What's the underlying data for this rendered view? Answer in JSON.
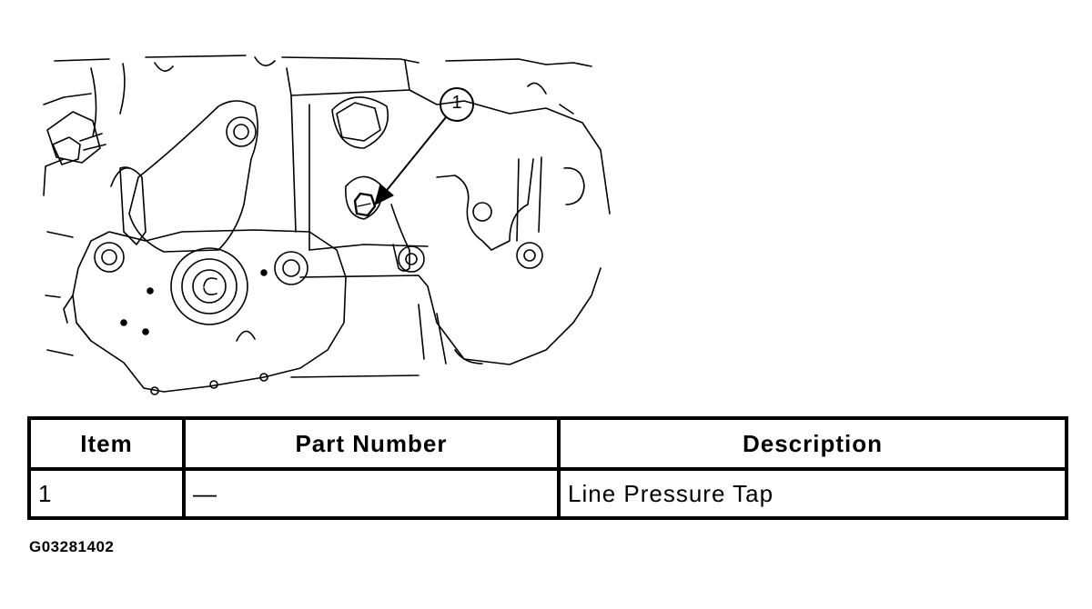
{
  "diagram": {
    "callouts": [
      {
        "label": "1"
      }
    ]
  },
  "table": {
    "headers": {
      "item": "Item",
      "part_number": "Part Number",
      "description": "Description"
    },
    "rows": [
      {
        "item": "1",
        "part_number": "—",
        "description": "Line Pressure Tap"
      }
    ]
  },
  "figure_code": "G03281402"
}
